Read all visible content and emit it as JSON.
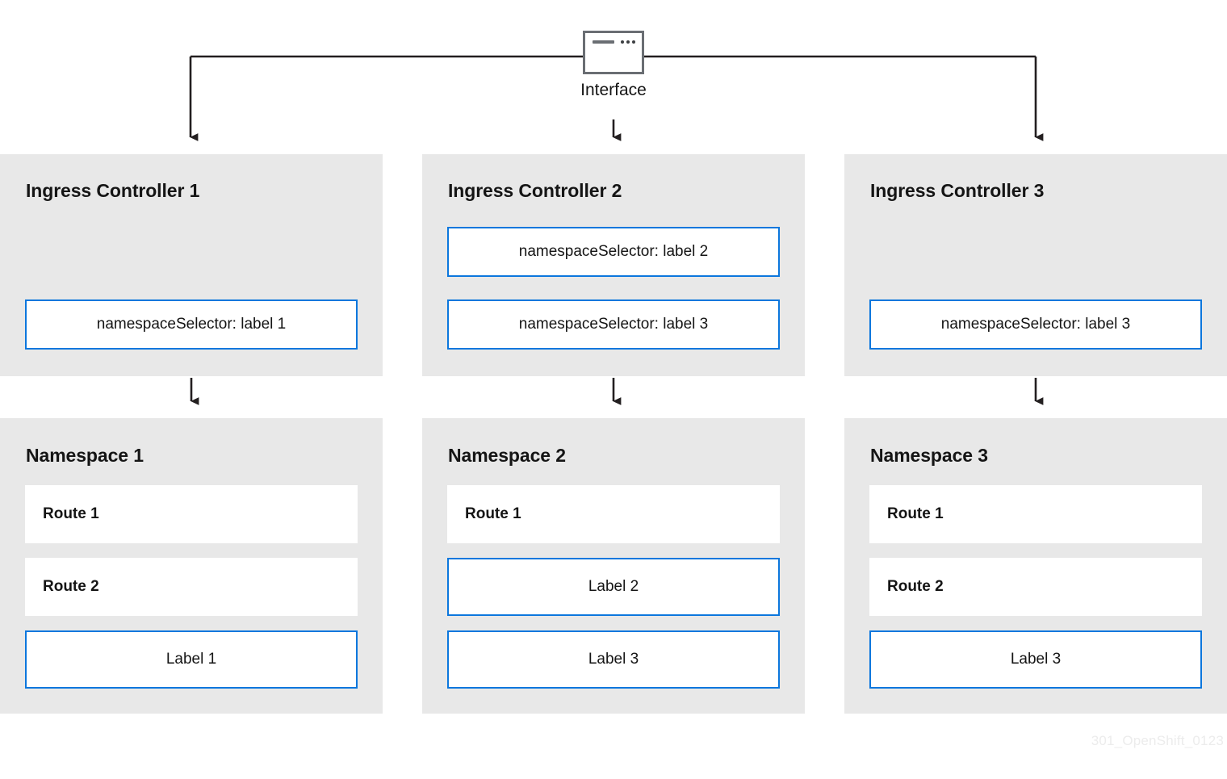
{
  "diagram": {
    "watermark": "301_OpenShift_0123",
    "colors": {
      "panel_background": "#e8e8e8",
      "accent_border": "#0c77dd",
      "text": "#151515",
      "connector": "#231f20",
      "icon_frame": "#6a6e73"
    },
    "interface_node": {
      "icon_name": "window-icon",
      "label": "Interface"
    },
    "columns": [
      {
        "controller": {
          "title": "Ingress Controller 1",
          "selectors": [
            {
              "text": "namespaceSelector: label 1",
              "slot": "slot-sel-b"
            }
          ]
        },
        "namespace": {
          "title": "Namespace 1",
          "items": [
            {
              "text": "Route 1",
              "kind": "route",
              "slot": "slot-n1"
            },
            {
              "text": "Route 2",
              "kind": "route",
              "slot": "slot-n2"
            },
            {
              "text": "Label 1",
              "kind": "tag",
              "slot": "slot-n3"
            }
          ]
        }
      },
      {
        "controller": {
          "title": "Ingress Controller 2",
          "selectors": [
            {
              "text": "namespaceSelector: label 2",
              "slot": "slot-sel-a"
            },
            {
              "text": "namespaceSelector: label 3",
              "slot": "slot-sel-b"
            }
          ]
        },
        "namespace": {
          "title": "Namespace 2",
          "items": [
            {
              "text": "Route 1",
              "kind": "route",
              "slot": "slot-n1"
            },
            {
              "text": "Label 2",
              "kind": "tag",
              "slot": "slot-n2"
            },
            {
              "text": "Label 3",
              "kind": "tag",
              "slot": "slot-n3"
            }
          ]
        }
      },
      {
        "controller": {
          "title": "Ingress Controller 3",
          "selectors": [
            {
              "text": "namespaceSelector: label 3",
              "slot": "slot-sel-b"
            }
          ]
        },
        "namespace": {
          "title": "Namespace 3",
          "items": [
            {
              "text": "Route 1",
              "kind": "route",
              "slot": "slot-n1"
            },
            {
              "text": "Route 2",
              "kind": "route",
              "slot": "slot-n2"
            },
            {
              "text": "Label 3",
              "kind": "tag",
              "slot": "slot-n3"
            }
          ]
        }
      }
    ]
  }
}
